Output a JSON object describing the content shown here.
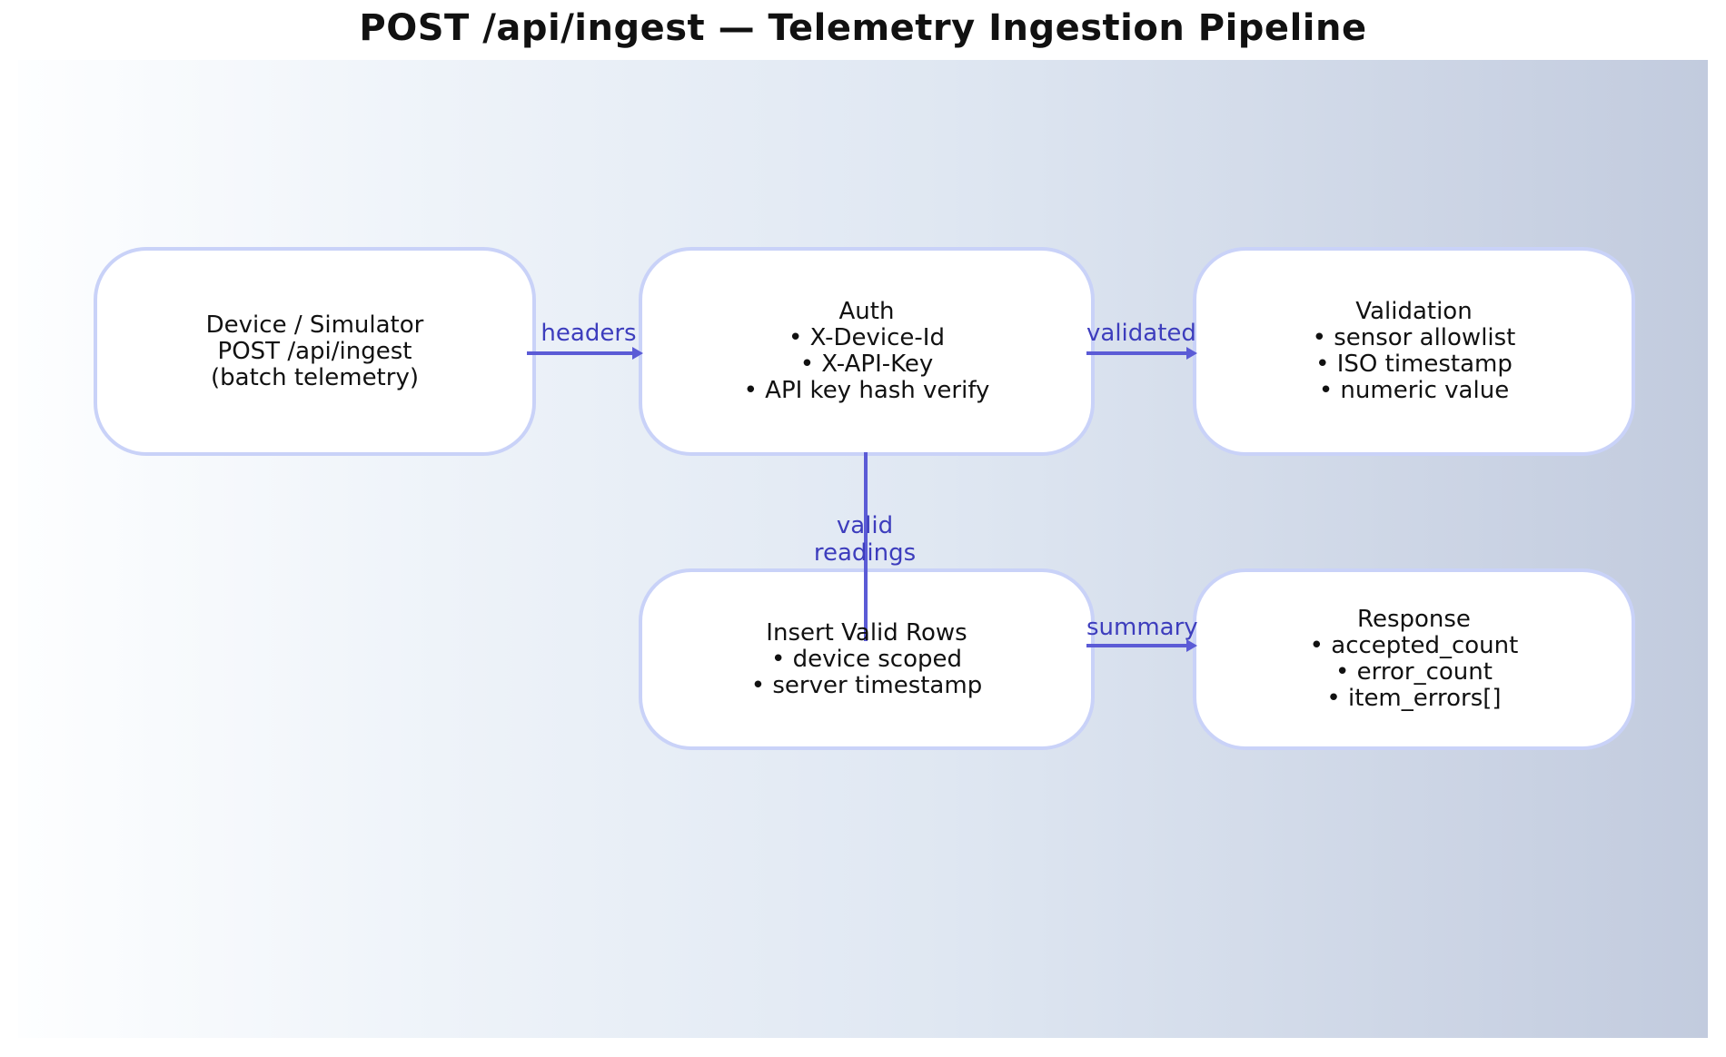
{
  "title": "POST /api/ingest — Telemetry Ingestion Pipeline",
  "colors": {
    "edge": "#5b5bd6",
    "edge_label": "#3d3dbd",
    "node_border": "#c9d2f8",
    "node_fill": "#ffffff",
    "panel_gradient_left": "#fdfeff",
    "panel_gradient_right": "#c2cbde",
    "text": "#111111"
  },
  "nodes": [
    {
      "id": "device",
      "lines": [
        "Device / Simulator",
        "POST /api/ingest",
        "(batch telemetry)"
      ]
    },
    {
      "id": "auth",
      "lines": [
        "Auth",
        "• X-Device-Id",
        "• X-API-Key",
        "• API key hash verify"
      ]
    },
    {
      "id": "validation",
      "lines": [
        "Validation",
        "• sensor allowlist",
        "• ISO timestamp",
        "• numeric value"
      ]
    },
    {
      "id": "insert",
      "lines": [
        "Insert Valid Rows",
        "• device scoped",
        "• server timestamp"
      ]
    },
    {
      "id": "response",
      "lines": [
        "Response",
        "• accepted_count",
        "• error_count",
        "• item_errors[]"
      ]
    }
  ],
  "edges": [
    {
      "from": "device",
      "to": "auth",
      "label": "headers"
    },
    {
      "from": "auth",
      "to": "validation",
      "label": "validated"
    },
    {
      "from": "auth",
      "to": "insert",
      "label": "valid readings"
    },
    {
      "from": "insert",
      "to": "response",
      "label": "summary"
    }
  ]
}
